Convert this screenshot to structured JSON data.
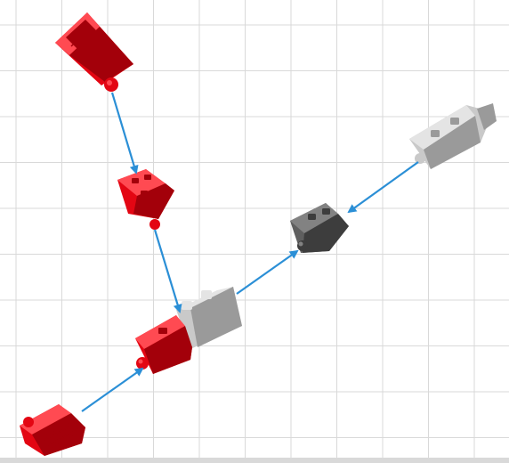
{
  "palette": {
    "grid": "#d9d9d9",
    "arrow": "#2b8fd6",
    "red": "#e30613",
    "red_dark": "#a3000a",
    "red_light": "#ff4a52",
    "dark_grey": "#5f5f5f",
    "dark_grey_shade": "#3d3d3d",
    "dark_grey_light": "#828282",
    "light_grey": "#c9c9c9",
    "light_grey_shade": "#9a9a9a",
    "light_grey_light": "#e4e4e4",
    "bottom_bar": "#d9d9d9"
  },
  "parts": [
    {
      "id": "angled-red-block-top",
      "color": "red"
    },
    {
      "id": "red-building-block-middle",
      "color": "red"
    },
    {
      "id": "combined-red-grey-assembly",
      "color": "red+light_grey"
    },
    {
      "id": "angled-red-block-bottom",
      "color": "red"
    },
    {
      "id": "dark-grey-building-block",
      "color": "dark_grey"
    },
    {
      "id": "light-grey-block-with-pin",
      "color": "light_grey"
    }
  ],
  "connections": [
    {
      "from": "angled-red-block-top",
      "to": "red-building-block-middle"
    },
    {
      "from": "red-building-block-middle",
      "to": "combined-red-grey-assembly"
    },
    {
      "from": "angled-red-block-bottom",
      "to": "combined-red-grey-assembly"
    },
    {
      "from": "combined-red-grey-assembly",
      "to": "dark-grey-building-block"
    },
    {
      "from": "light-grey-block-with-pin",
      "to": "dark-grey-building-block"
    }
  ]
}
